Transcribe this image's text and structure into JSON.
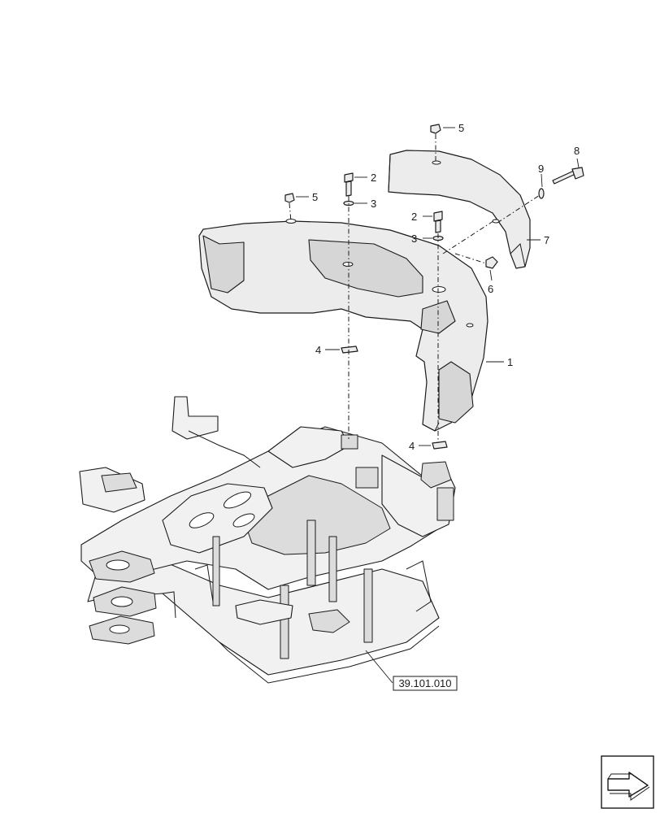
{
  "callouts": [
    {
      "id": "c1",
      "label": "1"
    },
    {
      "id": "c2a",
      "label": "2"
    },
    {
      "id": "c2b",
      "label": "2"
    },
    {
      "id": "c3a",
      "label": "3"
    },
    {
      "id": "c3b",
      "label": "3"
    },
    {
      "id": "c4a",
      "label": "4"
    },
    {
      "id": "c4b",
      "label": "4"
    },
    {
      "id": "c5a",
      "label": "5"
    },
    {
      "id": "c5b",
      "label": "5"
    },
    {
      "id": "c6",
      "label": "6"
    },
    {
      "id": "c7",
      "label": "7"
    },
    {
      "id": "c8",
      "label": "8"
    },
    {
      "id": "c9",
      "label": "9"
    }
  ],
  "reference": {
    "label": "39.101.010"
  },
  "nav": {
    "icon": "next-page-arrow-icon"
  }
}
